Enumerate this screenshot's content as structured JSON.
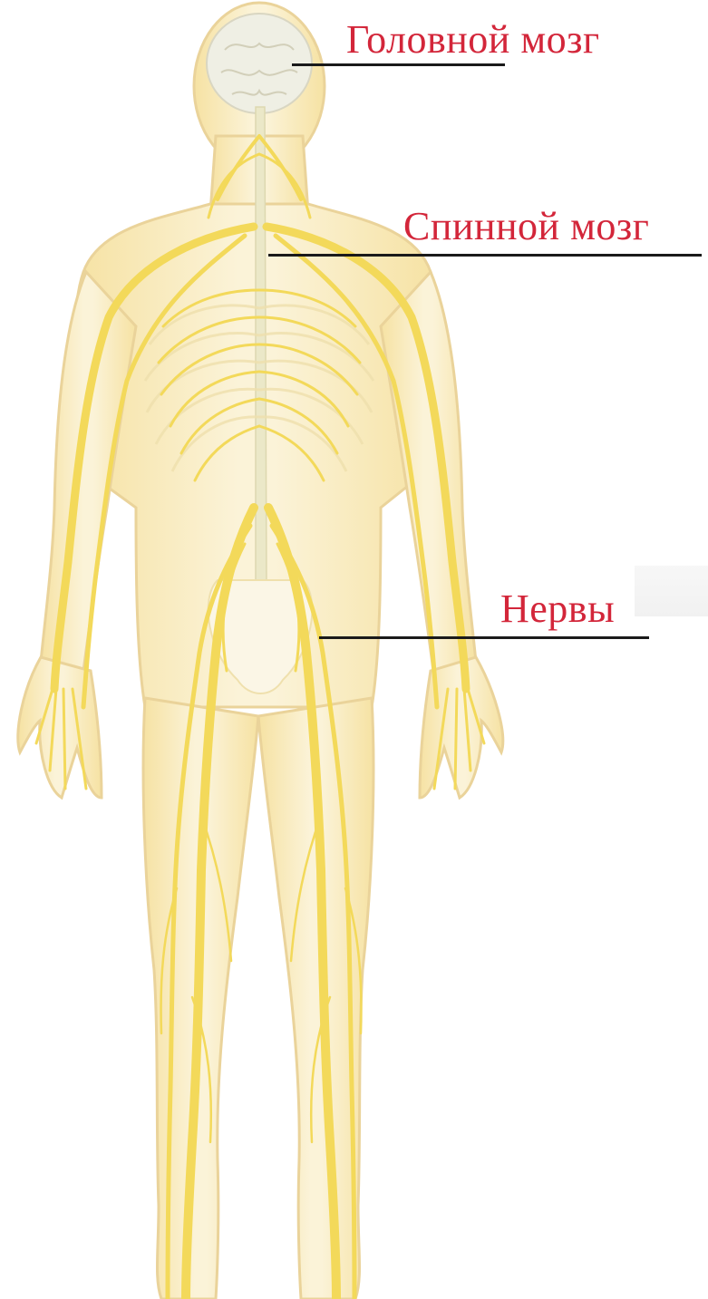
{
  "figure": {
    "labels": {
      "brain": "Головной мозг",
      "spinal_cord": "Спинной мозг",
      "nerves": "Нервы"
    },
    "colors": {
      "label_text": "#d3263a",
      "nerve": "#f3d95a",
      "skin_fill": "#fbf1cf",
      "skin_edge": "#e8d49a",
      "spine": "#ebe8c8",
      "brain": "#efefe4",
      "leader_line": "#1a1a1a"
    }
  }
}
